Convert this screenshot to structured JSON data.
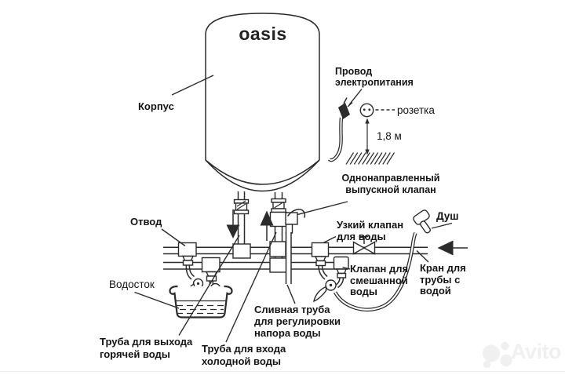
{
  "diagram": {
    "brand": "oasis",
    "labels": {
      "korpus": "Корпус",
      "power_cord": "Провод\nэлектропитания",
      "socket": "розетка",
      "distance": "1,8 м",
      "check_valve": "Однонаправленный\nвыпускной клапан",
      "branch": "Отвод",
      "narrow_valve": "Узкий клапан\nдля воды",
      "shower": "Душ",
      "water_tap": "Кран для\nтрубы с\nводой",
      "mixed_valve": "Клапан для\nсмешанной\nводы",
      "drain": "Водосток",
      "drain_tube": "Сливная труба\nдля регулировки\nнапора воды",
      "hot_pipe": "Труба для выхода\nгорячей воды",
      "cold_pipe": "Труба для входа\nхолодной воды"
    },
    "colors": {
      "line": "#2b2b2b",
      "text": "#141414"
    }
  },
  "watermark": {
    "text": "Avito",
    "color": "#f0f0f0"
  }
}
